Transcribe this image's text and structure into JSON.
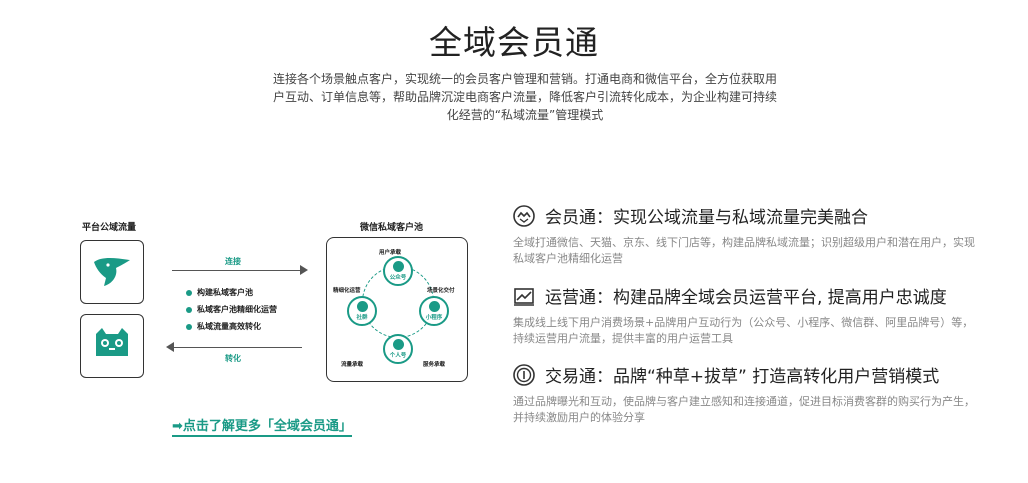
{
  "page": {
    "title": "全域会员通",
    "intro": "连接各个场景触点客户，实现统一的会员客户管理和营销。打通电商和微信平台，全方位获取用户互动、订单信息等，帮助品牌沉淀电商客户流量，降低客户引流转化成本，为企业构建可持续化经营的“私域流量”管理模式"
  },
  "diagram": {
    "platform_label": "平台公域流量",
    "pool_label": "微信私域客户池",
    "flow_connect": "连接",
    "flow_convert": "转化",
    "bullets": [
      "构建私域客户池",
      "私域客户池精细化运营",
      "私域流量高效转化"
    ],
    "pool_labels": {
      "top": "用户承载",
      "left": "精细化运营",
      "right": "场景化交付",
      "bottom_left": "流量承载",
      "bottom_right": "服务承载"
    },
    "nodes": {
      "top": "公众号",
      "left": "社群",
      "right": "小程序",
      "bottom": "个人号"
    },
    "colors": {
      "accent": "#1a9a86"
    }
  },
  "cta": {
    "label": "➡点击了解更多「全域会员通」"
  },
  "features": [
    {
      "icon": "handshake-icon",
      "title": "会员通：实现公域流量与私域流量完美融合",
      "desc": "全域打通微信、天猫、京东、线下门店等，构建品牌私域流量；识别超级用户和潜在用户，实现私域客户池精细化运营"
    },
    {
      "icon": "growth-chart-icon",
      "title": "运营通：构建品牌全域会员运营平台, 提高用户忠诚度",
      "desc": "集成线上线下用户消费场景+品牌用户互动行为（公众号、小程序、微信群、阿里品牌号）等，持续运营用户流量，提供丰富的用户运营工具"
    },
    {
      "icon": "coin-icon",
      "title": "交易通：品牌“种草+拔草” 打造高转化用户营销模式",
      "desc": "通过品牌曝光和互动，使品牌与客户建立感知和连接通道，促进目标消费客群的购买行为产生，并持续激励用户的体验分享"
    }
  ]
}
